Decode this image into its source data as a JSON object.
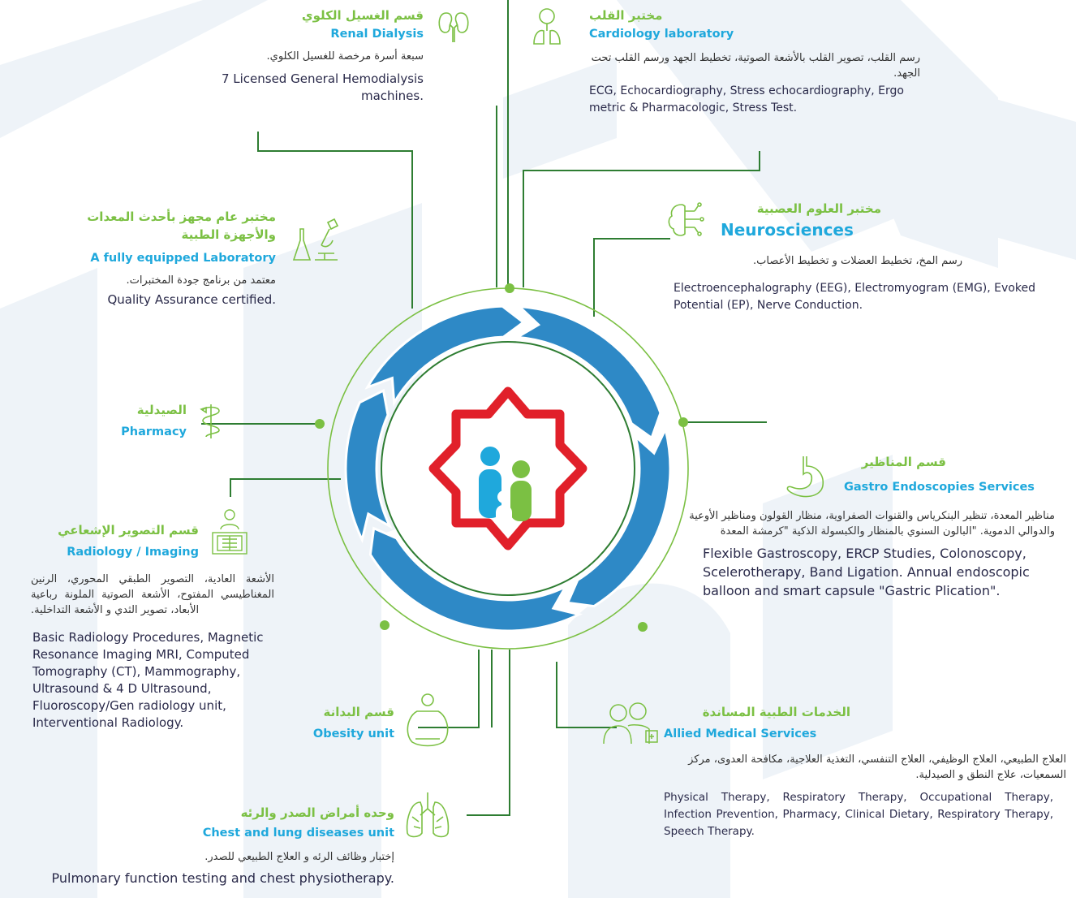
{
  "colors": {
    "green": "#7bc043",
    "blue": "#1fa8dc",
    "arrow_blue": "#2e89c6",
    "red": "#e1202a",
    "line_green": "#2e7d32",
    "watermark": "#eef3f8"
  },
  "renal": {
    "ar_title": "قسم الغسيل الكلوي",
    "en_title": "Renal Dialysis",
    "ar_text": "سبعة أسرة مرخصة للغسيل الكلوي.",
    "en_text": "7 Licensed General Hemodialysis machines.",
    "icon": "kidneys-icon"
  },
  "cardio": {
    "ar_title": "مختبر القلب",
    "en_title": "Cardiology laboratory",
    "ar_text": "رسم القلب، تصوير القلب بالأشعة الصوتية، تخطيط الجهد ورسم القلب تحت الجهد.",
    "en_text": "ECG, Echocardiography, Stress echocardiography, Ergo metric & Pharmacologic, Stress Test.",
    "icon": "heart-lungs-icon"
  },
  "lab": {
    "ar_title": "مختبر عام مجهز بأحدث المعدات والأجهزة الطبية",
    "en_title": "A fully equipped Laboratory",
    "ar_text": "معتمد من برنامج جودة المختبرات.",
    "en_text": "Quality Assurance certified.",
    "icon": "microscope-icon"
  },
  "neuro": {
    "ar_title": "مختبر العلوم العصبية",
    "en_title": "Neurosciences",
    "ar_text": "رسم المخ، تخطيط العضلات و تخطيط الأعصاب.",
    "en_text": "Electroencephalography (EEG), Electromyogram (EMG), Evoked Potential (EP), Nerve Conduction.",
    "icon": "brain-circuit-icon"
  },
  "pharmacy": {
    "ar_title": "الصيدلية",
    "en_title": "Pharmacy",
    "icon": "caduceus-icon"
  },
  "gastro": {
    "ar_title": "قسم المناظير",
    "en_title": "Gastro Endoscopies Services",
    "ar_text": "مناظير المعدة، تنظير البنكرياس والقنوات الصفراوية، منظار القولون ومناظير الأوعية والدوالي الدموية. \"البالون السنوي بالمنظار والكبسولة الذكية \"كرمشة المعدة",
    "en_text": "Flexible Gastroscopy, ERCP Studies, Colonoscopy, Scelerotherapy, Band Ligation. Annual endoscopic balloon and smart capsule \"Gastric Plication\".",
    "icon": "stomach-icon"
  },
  "radiology": {
    "ar_title": "قسم التصوير الإشعاعي",
    "en_title": "Radiology / Imaging",
    "ar_text": "الأشعة العادية، التصوير الطبقي المحوري، الرنين المغناطيسي المفتوح، الأشعة الصوتية الملونة رباعية الأبعاد، تصوير الثدي و الأشعة التداخلية.",
    "en_text": "Basic Radiology Procedures, Magnetic Resonance Imaging MRI, Computed Tomography (CT), Mammography, Ultrasound & 4 D Ultrasound, Fluoroscopy/Gen radiology unit, Interventional Radiology.",
    "icon": "xray-icon"
  },
  "obesity": {
    "ar_title": "قسم البدانة",
    "en_title": "Obesity unit",
    "icon": "obese-person-icon"
  },
  "allied": {
    "ar_title": "الخدمات الطبية المساندة",
    "en_title": "Allied Medical Services",
    "ar_text": "العلاج الطبيعي، العلاج الوظيفي، العلاج التنفسي، التغذية العلاجية، مكافحة العدوى، مركز السمعيات، علاج النطق و الصيدلية.",
    "en_text": "Physical Therapy, Respiratory Therapy, Occupational Therapy, Infection Prevention, Pharmacy, Clinical Dietary, Respiratory Therapy, Speech Therapy.",
    "icon": "medical-staff-icon"
  },
  "chest": {
    "ar_title": "وحده أمراض الصدر والرئه",
    "en_title": "Chest and lung diseases unit",
    "ar_text": "إختبار وظائف الرئه و العلاج الطبيعي للصدر.",
    "en_text": "Pulmonary function testing and chest physiotherapy.",
    "icon": "lungs-icon"
  },
  "center_logo": "family-star-logo"
}
